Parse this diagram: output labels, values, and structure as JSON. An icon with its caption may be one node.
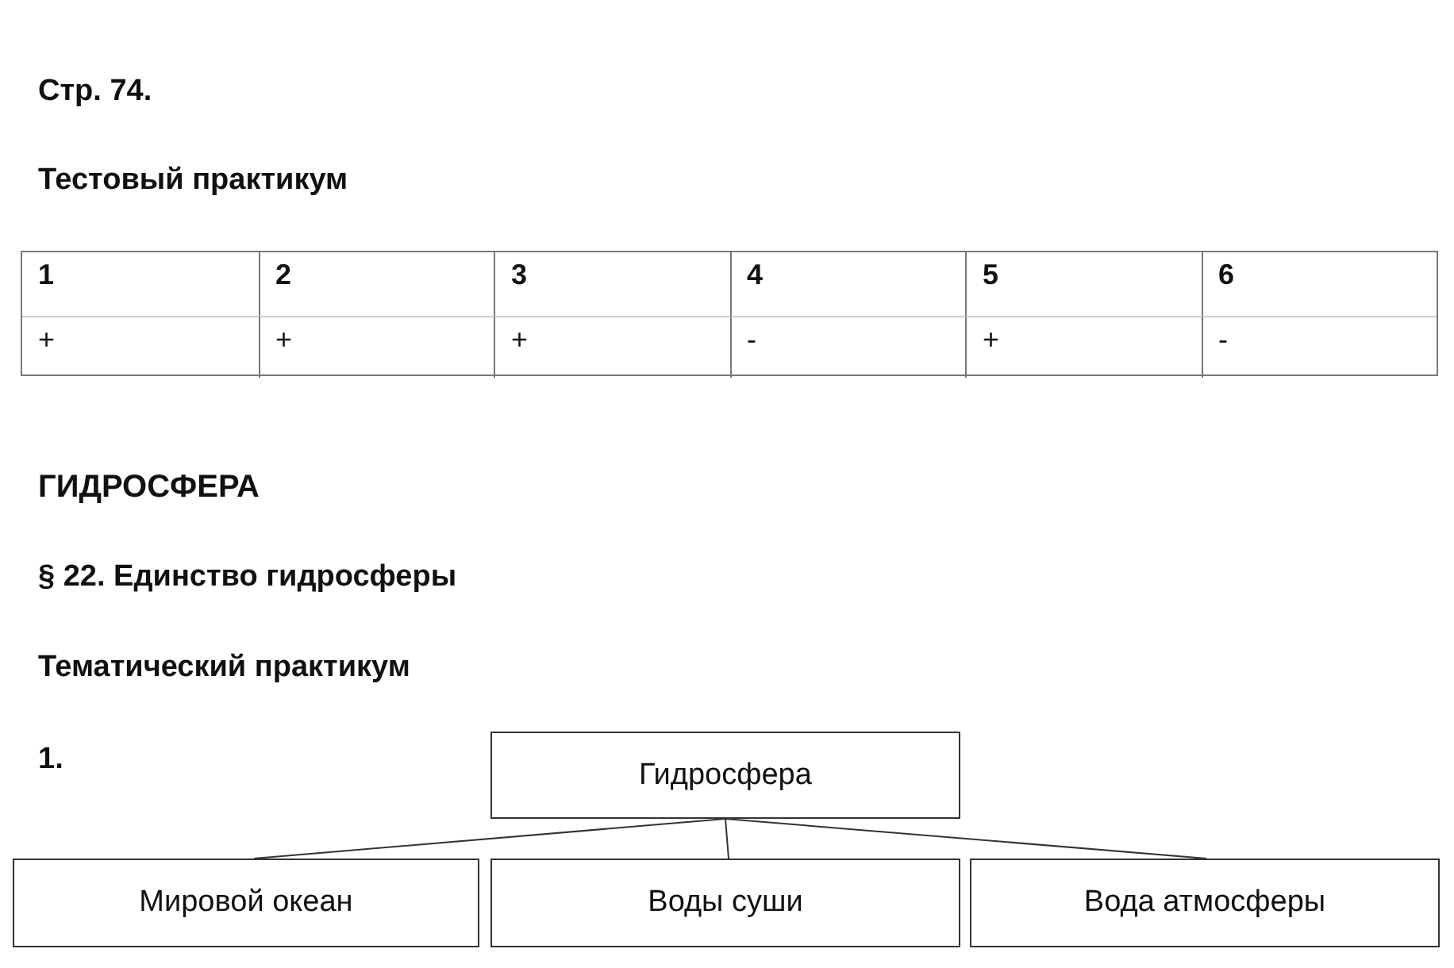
{
  "diagram": {
    "nodes": [
      {
        "text": [
          "Гидросфера"
        ]
      },
      {
        "text": [
          "Мировой океан"
        ]
      },
      {
        "text": [
          "Воды суши"
        ]
      },
      {
        "text": [
          "Вода атмосферы"
        ]
      }
    ],
    "edges": [
      {
        "from": 0,
        "to": 1,
        "arrow": "none"
      },
      {
        "from": 0,
        "to": 2,
        "arrow": "none"
      },
      {
        "from": 0,
        "to": 3,
        "arrow": "none"
      }
    ],
    "labels": [
      "Стр. 74.",
      "Тестовый практикум",
      "1",
      "2",
      "3",
      "4",
      "5",
      "6",
      "+",
      "+",
      "+",
      "-",
      "+",
      "-",
      "ГИДРОСФЕРА",
      "§ 22. Единство гидросферы",
      "Тематический практикум",
      "1."
    ]
  }
}
